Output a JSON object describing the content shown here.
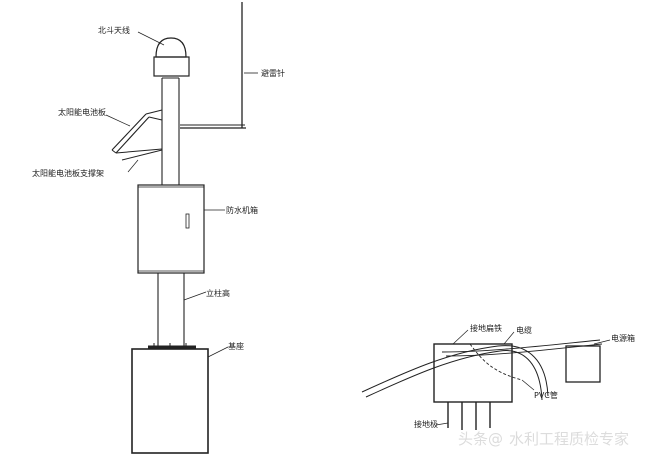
{
  "labels": {
    "beidou_antenna": "北斗天线",
    "lightning_rod": "避雷针",
    "solar_panel": "太阳能电池板",
    "solar_panel_bracket": "太阳能电池板支撑架",
    "waterproof_box": "防水机箱",
    "pole_height": "立柱高",
    "base": "基座",
    "grounding_flat_iron": "接地扁铁",
    "cable": "电缆",
    "pvc_pipe": "PVC管",
    "ground_rod": "接地极",
    "power_supply_box": "电源箱"
  },
  "watermark": {
    "prefix": "头条@",
    "name": "水利工程质检专家"
  }
}
